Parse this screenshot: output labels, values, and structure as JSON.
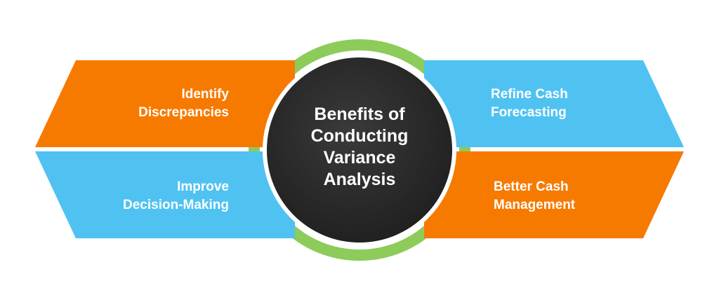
{
  "colors": {
    "orange": "#F77A00",
    "blue": "#4FC2F2",
    "green": "#8DCB5A",
    "circle": "#2B2B2B",
    "text": "#FFFFFF"
  },
  "center": {
    "title_lines": [
      "Benefits of",
      "Conducting",
      "Variance",
      "Analysis"
    ]
  },
  "benefits": [
    {
      "position": "top-left",
      "color": "orange",
      "lines": [
        "Identify",
        "Discrepancies"
      ]
    },
    {
      "position": "top-right",
      "color": "blue",
      "lines": [
        "Refine Cash",
        "Forecasting"
      ]
    },
    {
      "position": "bottom-left",
      "color": "blue",
      "lines": [
        "Improve",
        "Decision-Making"
      ]
    },
    {
      "position": "bottom-right",
      "color": "orange",
      "lines": [
        "Better Cash",
        "Management"
      ]
    }
  ]
}
